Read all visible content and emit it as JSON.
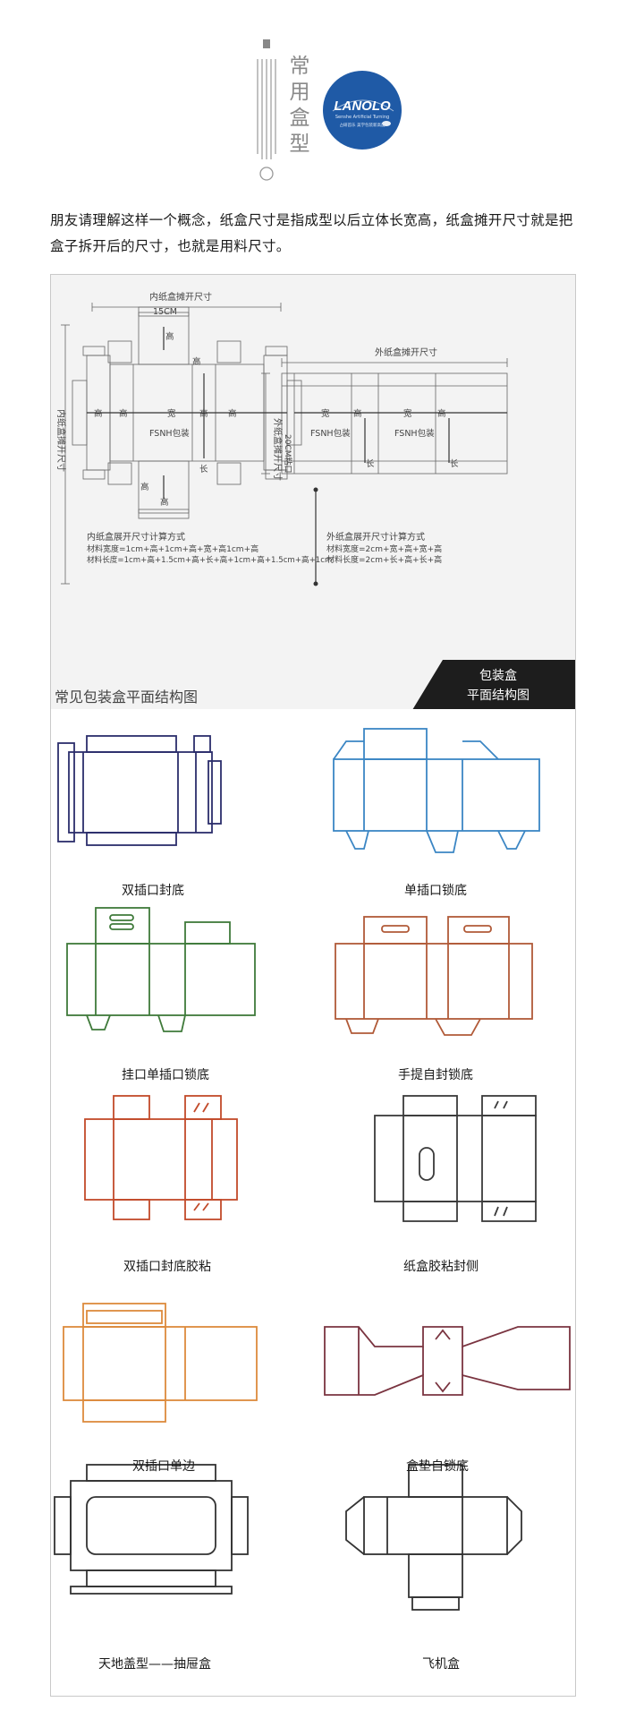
{
  "header": {
    "vertical_title": [
      "常",
      "用",
      "盒",
      "型"
    ],
    "logo": {
      "brand": "LANOLO",
      "tagline_en": "Senshe Artificial Turning",
      "tagline_cn": "占研首乐   美学包装新高度",
      "color": "#1f5aa6"
    }
  },
  "intro": {
    "text": "朋友请理解这样一个概念，纸盒尺寸是指成型以后立体长宽高，纸盒摊开尺寸就是把盒子拆开后的尺寸，也就是用料尺寸。"
  },
  "diagram": {
    "inner_top_label": "内纸盒摊开尺寸",
    "inner_side_label": "内纸盒摊开尺寸",
    "outer_top_label": "外纸盒摊开尺寸",
    "outer_side_label": "外纸盒摊开尺寸",
    "glue_label": "20CM粘口",
    "fsnh_label": "FSNH包装",
    "dim_high": "高",
    "dim_wide": "宽",
    "dim_long": "长",
    "small_dim": "15CM",
    "inner_formula_title": "内纸盒展开尺寸计算方式",
    "inner_formula_width": "材料宽度=1cm+高+1cm+高+宽+高1cm+高",
    "inner_formula_length": "材料长度=1cm+高+1.5cm+高+长+高+1cm+高+1.5cm+高+1cm",
    "outer_formula_title": "外纸盒展开尺寸计算方式",
    "outer_formula_width": "材料宽度=2cm+宽+高+宽+高",
    "outer_formula_length": "材料长度=2cm+长+高+长+高",
    "section_title": "常见包装盒平面结构图",
    "badge_line1": "包装盒",
    "badge_line2": "平面结构图"
  },
  "gallery": {
    "items": [
      {
        "label": "双插口封底",
        "color": "#2b2d6b"
      },
      {
        "label": "单插口锁底",
        "color": "#3b86c4"
      },
      {
        "label": "挂口单插口锁底",
        "color": "#3f7a3a"
      },
      {
        "label": "手提自封锁底",
        "color": "#b15a38"
      },
      {
        "label": "双插口封底胶粘",
        "color": "#c24a2a"
      },
      {
        "label": "纸盒胶粘封侧",
        "color": "#3a3a3a"
      },
      {
        "label": "双插口单边",
        "color": "#dc8a3c"
      },
      {
        "label": "盒垫自锁底",
        "color": "#7a3440"
      },
      {
        "label": "天地盖型——抽屉盒",
        "color": "#333333"
      },
      {
        "label": "飞机盒",
        "color": "#333333"
      }
    ]
  }
}
